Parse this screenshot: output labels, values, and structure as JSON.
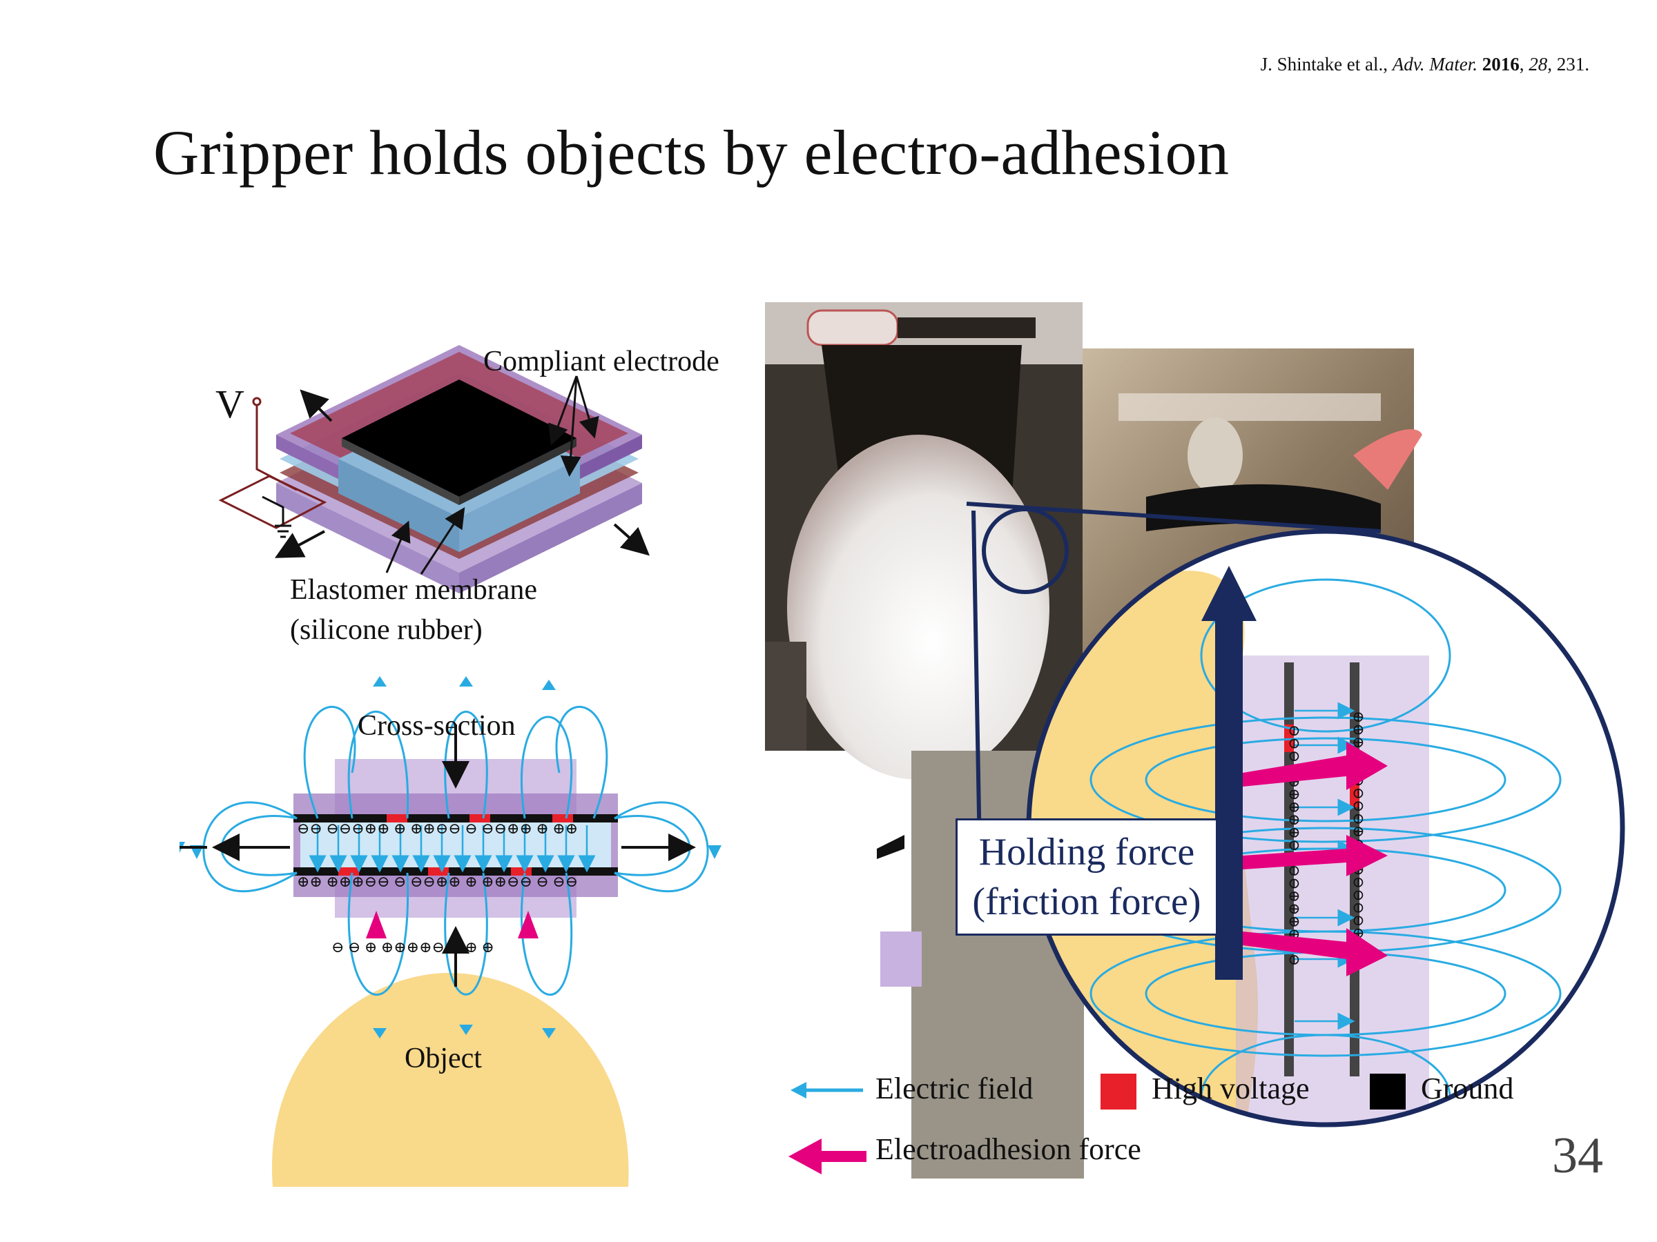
{
  "citation": {
    "authors": "J. Shintake et al., ",
    "journal": "Adv. Mater.",
    "sep1": " ",
    "year": "2016",
    "sep2": ", ",
    "volume": "28",
    "pages": ", 231."
  },
  "title": "Gripper holds objects by electro-adhesion",
  "page_number": "34",
  "diagram_top": {
    "voltage_label": "V",
    "compliant_electrode": "Compliant electrode",
    "membrane_line1": "Elastomer membrane",
    "membrane_line2": "(silicone rubber)"
  },
  "diagram_cross": {
    "cross_section": "Cross-section",
    "object": "Object"
  },
  "callout": {
    "line1": "Holding force",
    "line2": "(friction force)"
  },
  "legend": {
    "electric_field": "Electric field",
    "high_voltage": "High voltage",
    "ground": "Ground",
    "electroadhesion_force": "Electroadhesion force"
  },
  "colors": {
    "field_blue": "#29abe2",
    "force_magenta": "#e5007e",
    "high_voltage_red": "#e8202a",
    "ground_black": "#000000",
    "object_yellow": "#f9d98a",
    "elastomer_purple": "#a07cc0",
    "navy": "#1a2a5e"
  }
}
